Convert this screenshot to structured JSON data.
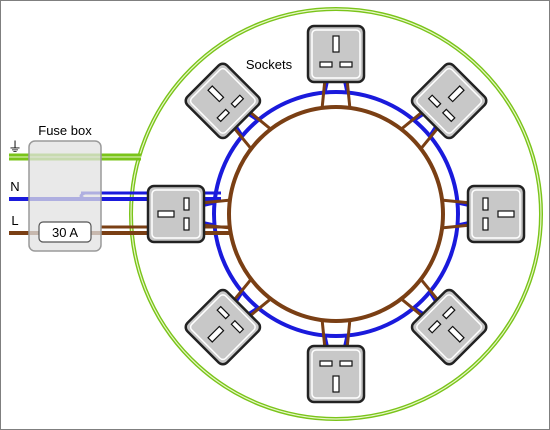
{
  "labels": {
    "fuse_box": "Fuse box",
    "sockets": "Sockets",
    "neutral": "N",
    "live": "L",
    "earth_symbol": "⏚",
    "fuse_rating": "30 A"
  },
  "colors": {
    "earth": "#7ac41a",
    "neutral": "#1a1adc",
    "live": "#7a3f14",
    "socket_fill": "#c8c8c8",
    "fuse_box_fill": "#e2e2e2",
    "border": "#7f7f7f"
  },
  "socket_count": 8
}
